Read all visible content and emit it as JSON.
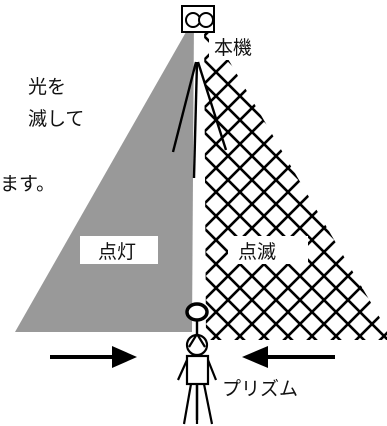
{
  "labels": {
    "device": "本機",
    "lit": "点灯",
    "blink": "点滅",
    "prism": "プリズム"
  },
  "caption_lines": [
    "光を",
    "滅して",
    "ます。"
  ],
  "colors": {
    "lit_beam": "#999999",
    "hatch": "#000000",
    "background": "#ffffff"
  },
  "icons": [
    "device-icon",
    "tripod-icon",
    "prism-icon",
    "person-icon",
    "arrow-right-icon",
    "arrow-left-icon"
  ]
}
